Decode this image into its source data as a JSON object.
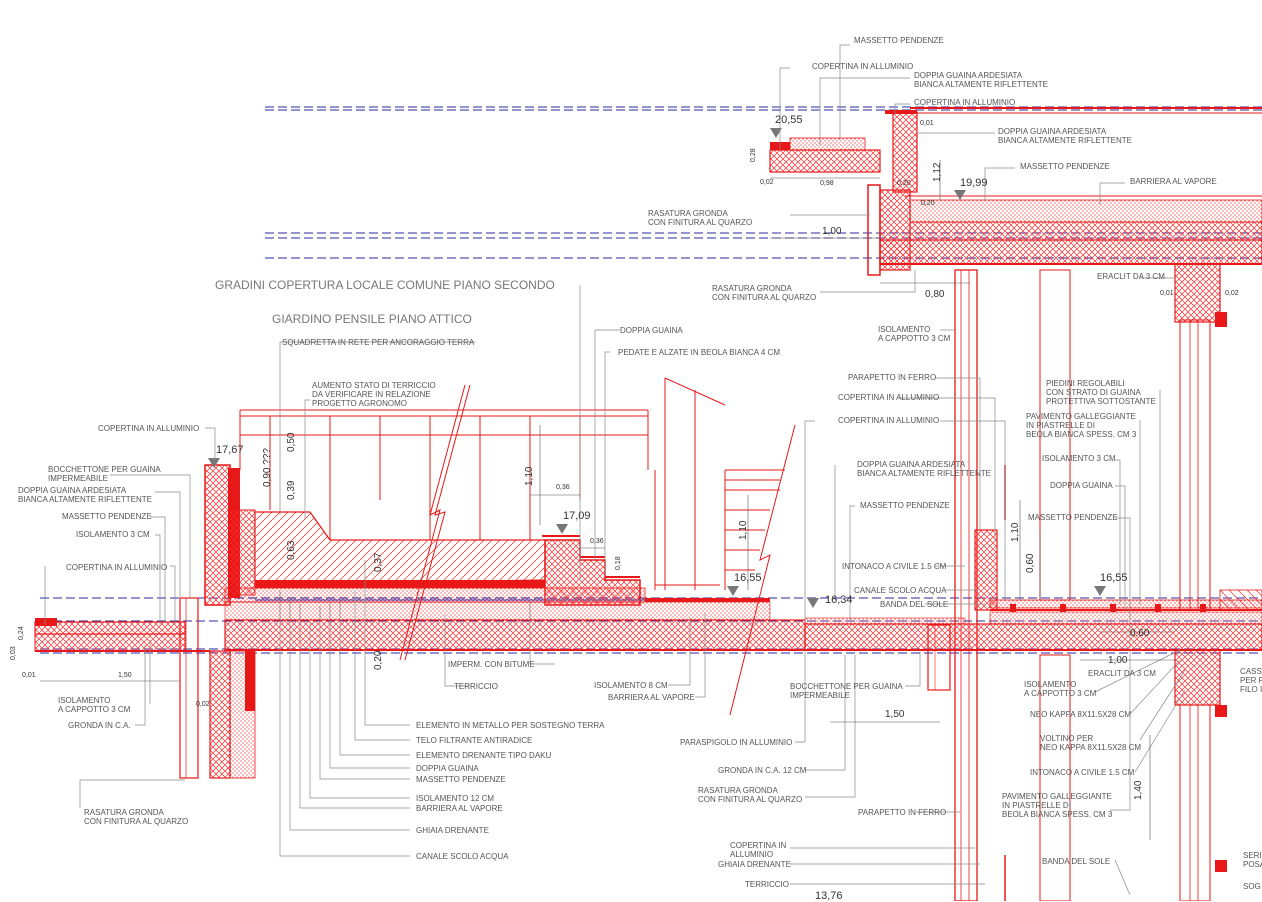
{
  "titles": {
    "t1": "GRADINI COPERTURA LOCALE COMUNE PIANO SECONDO",
    "t2": "GIARDINO PENSILE PIANO ATTICO"
  },
  "labels": {
    "l1": "MASSETTO PENDENZE",
    "l2": "COPERTINA IN ALLUMINIO",
    "l3a": "DOPPIA GUAINA ARDESIATA",
    "l3b": "BIANCA ALTAMENTE RIFLETTENTE",
    "l4": "COPERTINA IN ALLUMINIO",
    "l5a": "DOPPIA GUAINA ARDESIATA",
    "l5b": "BIANCA ALTAMENTE RIFLETTENTE",
    "l6": "MASSETTO PENDENZE",
    "l7": "BARRIERA AL VAPORE",
    "l8a": "RASATURA GRONDA",
    "l8b": "CON FINITURA AL QUARZO",
    "l9a": "RASATURA GRONDA",
    "l9b": "CON FINITURA AL QUARZO",
    "l10": "ERACLIT DA 3 CM",
    "l11a": "ISOLAMENTO",
    "l11b": "A CAPPOTTO 3 CM",
    "l12": "DOPPIA GUAINA",
    "l13": "PEDATE E ALZATE IN BEOLA BIANCA 4 CM",
    "l14": "SQUADRETTA IN RETE PER ANCORAGGIO TERRA",
    "l15a": "AUMENTO STATO DI TERRICCIO",
    "l15b": "DA VERIFICARE IN RELAZIONE",
    "l15c": "PROGETTO AGRONOMO",
    "l16": "PARAPETTO IN FERRO",
    "l17": "COPERTINA IN ALLUMINIO",
    "l18": "COPERTINA IN ALLUMINIO",
    "l19a": "PIEDINI REGOLABILI",
    "l19b": "CON STRATO DI GUAINA",
    "l19c": "PROTETTIVA SOTTOSTANTE",
    "l20a": "PAVIMENTO GALLEGGIANTE",
    "l20b": "IN PIASTRELLE DI",
    "l20c": "BEOLA BIANCA SPESS. CM 3",
    "l21": "COPERTINA IN ALLUMINIO",
    "l22a": "BOCCHETTONE PER GUAINA",
    "l22b": "IMPERMEABILE",
    "l23a": "DOPPIA GUAINA ARDESIATA",
    "l23b": "BIANCA ALTAMENTE RIFLETTENTE",
    "l24": "DOPPIA GUAINA ARDESIATA",
    "l24b": "BIANCA ALTAMENTE RIFLETTENTE",
    "l25": "ISOLAMENTO 3 CM",
    "l26": "MASSETTO PENDENZE",
    "l27": "MASSETTO PENDENZE",
    "l28": "ISOLAMENTO 3 CM",
    "l29": "DOPPIA GUAINA",
    "l30": "MASSETTO PENDENZE",
    "l31": "COPERTINA IN ALLUMINIO",
    "l32": "INTONACO A CIVILE 1.5 CM",
    "l33": "CANALE SCOLO ACQUA",
    "l34": "BANDA DEL SOLE",
    "l35": "IMPERM. CON BITUME",
    "l36": "TERRICCIO",
    "l37": "ISOLAMENTO 8 CM",
    "l38": "BARRIERA AL VAPORE",
    "l39a": "ISOLAMENTO",
    "l39b": "A CAPPOTTO 3 CM",
    "l40": "GRONDA IN C.A.",
    "l41": "ELEMENTO IN METALLO PER SOSTEGNO TERRA",
    "l42": "TELO FILTRANTE ANTIRADICE",
    "l43": "ELEMENTO DRENANTE TIPO DAKU",
    "l44": "DOPPIA GUAINA",
    "l45": "MASSETTO PENDENZE",
    "l46": "ISOLAMENTO 12 CM",
    "l47": "BARRIERA AL VAPORE",
    "l48": "GHIAIA DRENANTE",
    "l49": "CANALE SCOLO ACQUA",
    "l50a": "RASATURA GRONDA",
    "l50b": "CON FINITURA AL QUARZO",
    "l51a": "BOCCHETTONE PER GUAINA",
    "l51b": "IMPERMEABILE",
    "l52": "PARASPIGOLO IN ALLUMINIO",
    "l53": "GRONDA IN C.A. 12 CM",
    "l54a": "RASATURA GRONDA",
    "l54b": "CON FINITURA AL QUARZO",
    "l55": "PARAPETTO IN FERRO",
    "l56a": "COPERTINA IN",
    "l56b": "ALLUMINIO",
    "l57": "GHIAIA DRENANTE",
    "l58": "TERRICCIO",
    "l59a": "ISOLAMENTO",
    "l59b": "A CAPPOTTO 3 CM",
    "l60": "ERACLIT DA 3 CM",
    "l61": "NEO KAPPA 8X11.5X28 CM",
    "l62a": "VOLTINO PER",
    "l62b": "NEO KAPPA 8X11.5X28 CM",
    "l63": "INTONACO A CIVILE 1.5 CM",
    "l64a": "PAVIMENTO GALLEGGIANTE",
    "l64b": "IN PIASTRELLE DI",
    "l64c": "BEOLA BIANCA SPESS. CM 3",
    "l65": "BANDA DEL SOLE",
    "l66a": "CASS",
    "l66b": "PER F",
    "l66c": "FILO I",
    "l67a": "SERI",
    "l67b": "POSA",
    "l68": "SOG"
  },
  "elevations": {
    "e1": "20,55",
    "e2": "19,99",
    "e3": "17,67",
    "e4": "17,09",
    "e5": "16,55",
    "e6": "16,34",
    "e7": "16,55",
    "e8": "13,76"
  },
  "dimensions": {
    "d1": "1,00",
    "d2": "0,80",
    "d3": "1,12",
    "d4": "0,98",
    "d5": "1,10",
    "d6": "0,36",
    "d7": "0,36",
    "d8": "1,10",
    "d9": "1,50",
    "d10": "1,50",
    "d11": "0,60",
    "d12": "1,00",
    "d13": "0,60",
    "d14": "1,40",
    "d15": "0,50",
    "d16": "0,39",
    "d17": "0,63",
    "d18": "0,37",
    "d19": "0,20",
    "d20": "0,90 ???",
    "d21": "1,10",
    "d22": "0,28",
    "d23": "0,01",
    "d24": "0,02",
    "d25": "0,24",
    "d26": "0,03",
    "d27": "0,01",
    "d28": "0,02",
    "d29": "0,18",
    "d30": "0,01",
    "d31": "0,20",
    "d32": "0,02",
    "d33": "0,20"
  },
  "colors": {
    "structure": "#e81818",
    "hatch": "#ff3b3b",
    "leader": "#8a8a8a",
    "dashed": "#2a2aa0",
    "text": "#555555"
  }
}
